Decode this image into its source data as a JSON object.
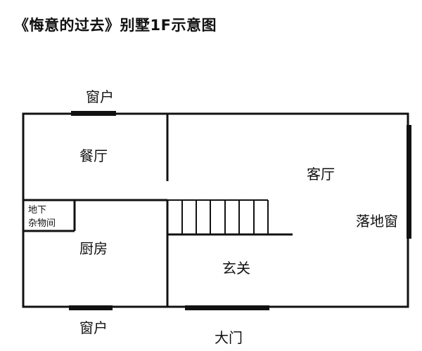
{
  "title": "《悔意的过去》别墅1F示意图",
  "rooms": {
    "dining": "餐厅",
    "living": "客厅",
    "storage_line1": "地下",
    "storage_line2": "杂物间",
    "kitchen": "厨房",
    "entrance": "玄关"
  },
  "windows": {
    "top": "窗户",
    "bottom": "窗户",
    "floor_to_ceiling": "落地窗"
  },
  "door": {
    "main": "大门"
  },
  "colors": {
    "line": "#111111",
    "background": "#ffffff"
  }
}
